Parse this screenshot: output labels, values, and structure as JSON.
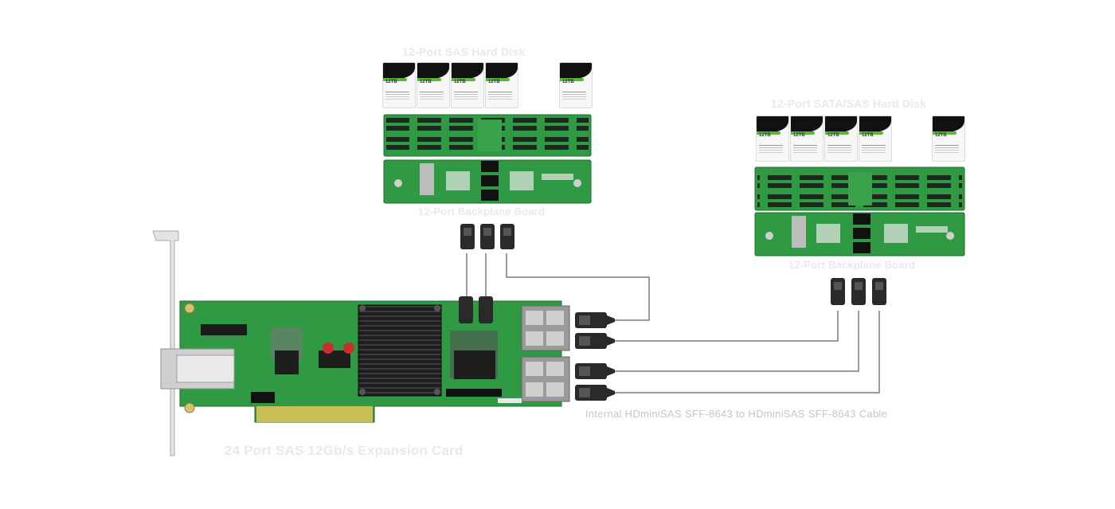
{
  "labels": {
    "top_enclosure": "12-Port SAS Hard Disk",
    "right_enclosure": "12-Port SATA/SAS Hard Disk",
    "top_backplane": "12-Port Backplane Board",
    "right_backplane": "12-Port Backplane Board",
    "cable": "Internal HDminiSAS SFF-8643 to HDminiSAS SFF-8643 Cable",
    "card": "24 Port SAS 12Gb/s Expansion Card"
  },
  "drives": {
    "capacity": "12TB"
  },
  "colors": {
    "pcb_green": "#2f9a43",
    "heatsink": "#1b1b1b",
    "cable_line": "#7a7a7a",
    "connector": "#2a2a2a"
  }
}
